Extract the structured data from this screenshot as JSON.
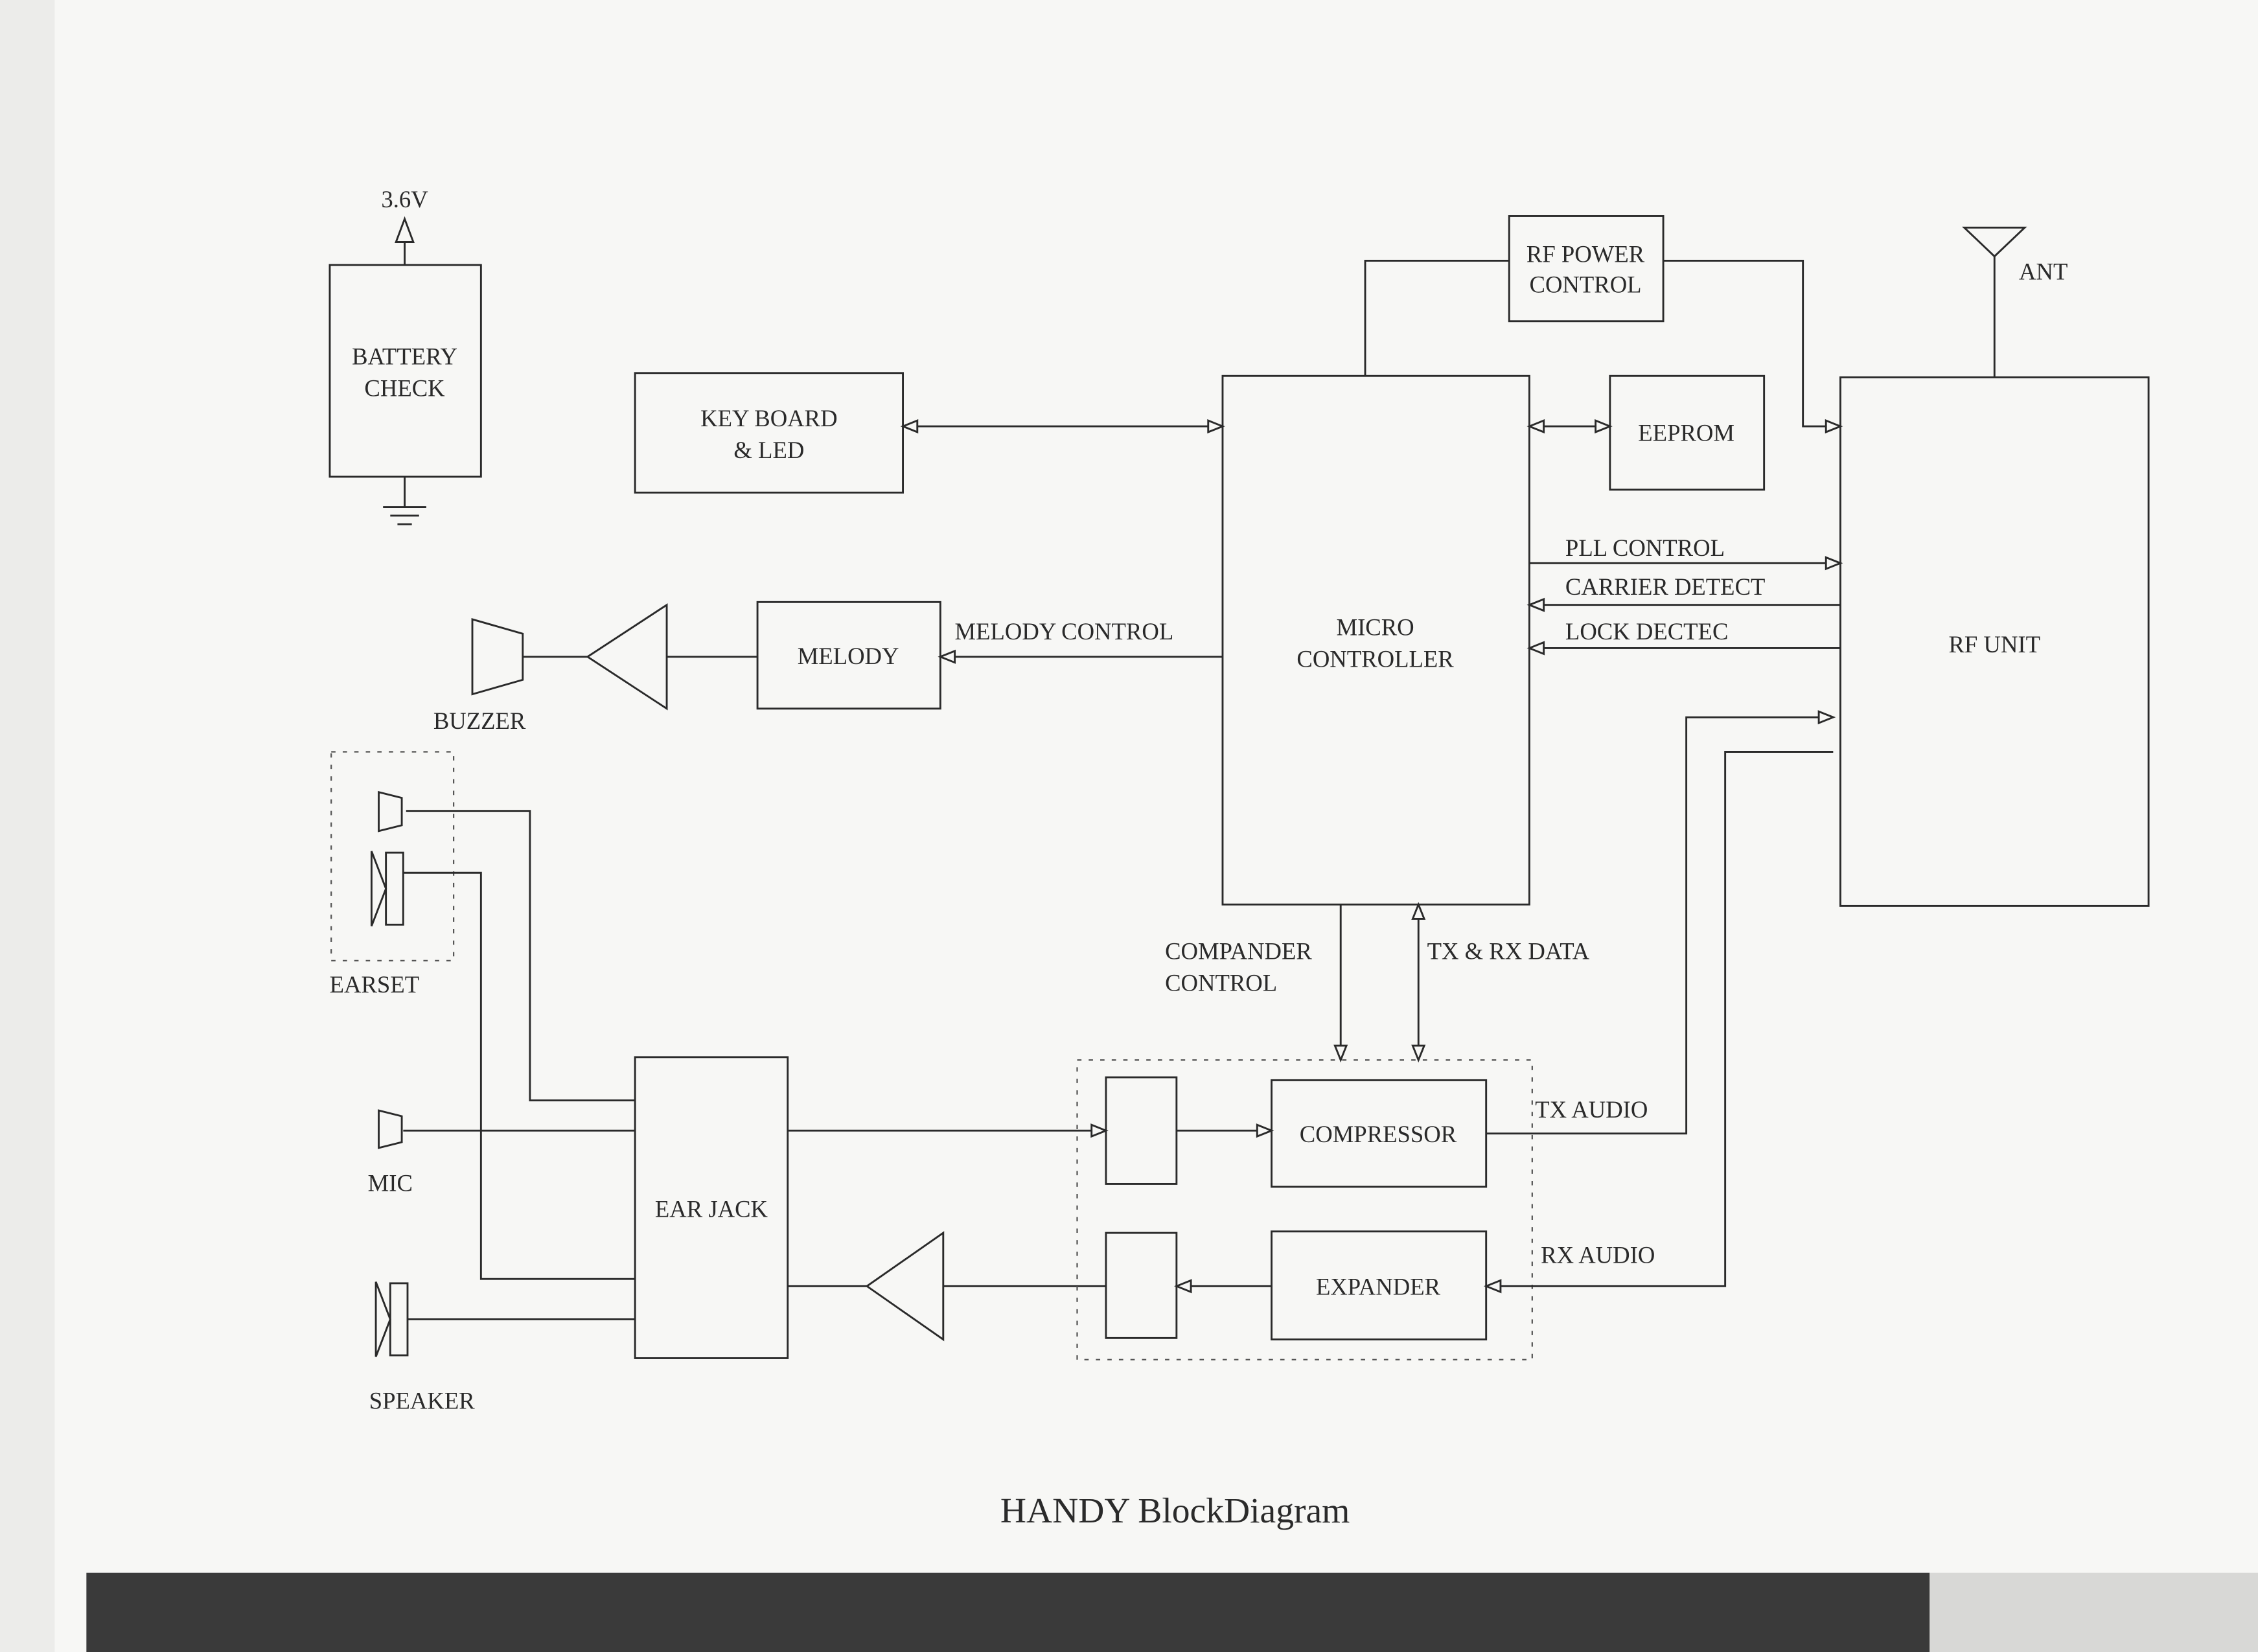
{
  "title": "HANDY BlockDiagram",
  "blocks": {
    "battery_check": [
      "BATTERY",
      "CHECK"
    ],
    "keyboard": [
      "KEY BOARD",
      "& LED"
    ],
    "rf_power": [
      "RF POWER",
      "CONTROL"
    ],
    "eeprom": "EEPROM",
    "micro": [
      "MICRO",
      "CONTROLLER"
    ],
    "melody": "MELODY",
    "rf_unit": "RF UNIT",
    "ear_jack": "EAR JACK",
    "compressor": "COMPRESSOR",
    "expander": "EXPANDER"
  },
  "labels": {
    "voltage": "3.6V",
    "ant": "ANT",
    "buzzer": "BUZZER",
    "earset": "EARSET",
    "mic": "MIC",
    "speaker": "SPEAKER",
    "melody_control": "MELODY CONTROL",
    "pll_control": "PLL CONTROL",
    "carrier_detect": "CARRIER DETECT",
    "lock_detect": "LOCK DECTEC",
    "compander_control": [
      "COMPANDER",
      "CONTROL"
    ],
    "tx_rx_data": "TX & RX DATA",
    "tx_audio": "TX AUDIO",
    "rx_audio": "RX AUDIO"
  }
}
